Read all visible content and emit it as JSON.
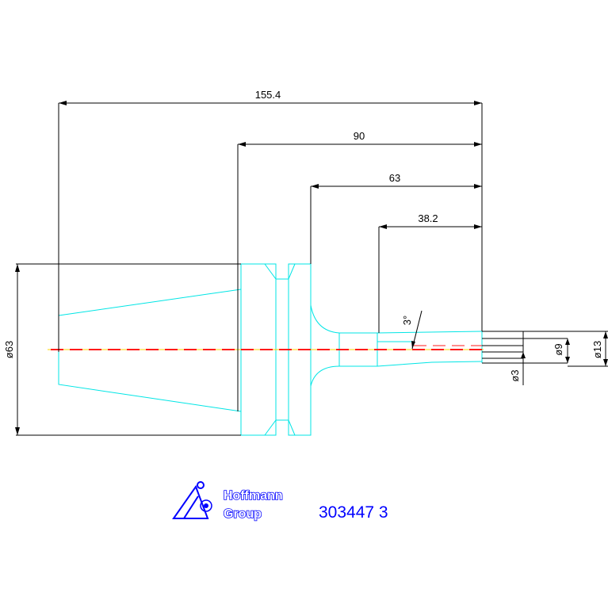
{
  "drawing": {
    "dimensions": {
      "overall_length": "155.4",
      "shank_length": "90",
      "flange_to_end": "63",
      "collet_length": "38.2",
      "taper_angle": "3°",
      "diameter_base": "ø63",
      "diameter_bore": "ø3",
      "diameter_inner": "ø9",
      "diameter_outer": "ø13"
    },
    "logo": {
      "line1": "Hoffmann",
      "line2": "Group"
    },
    "part_number": "303447 3",
    "colors": {
      "part_outline": "#00e5e5",
      "dimension_lines": "#000000",
      "center_line": "#ff1a1a",
      "axis_line": "#ffd000",
      "brand": "#0000ff"
    }
  }
}
